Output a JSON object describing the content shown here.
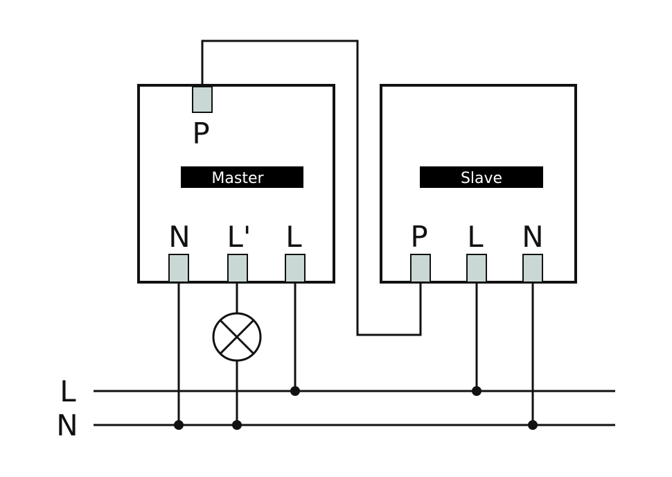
{
  "colors": {
    "line": "#111111",
    "terminal_fill": "#c9d8d5",
    "label_bg": "#000000",
    "label_text": "#ffffff"
  },
  "master": {
    "label": "Master",
    "terminal_top": "P",
    "terminals": [
      "N",
      "L'",
      "L"
    ]
  },
  "slave": {
    "label": "Slave",
    "terminals": [
      "P",
      "L",
      "N"
    ]
  },
  "bus": {
    "line_l": "L",
    "line_n": "N"
  },
  "lamp": {
    "icon": "lamp-cross-circle-icon"
  }
}
